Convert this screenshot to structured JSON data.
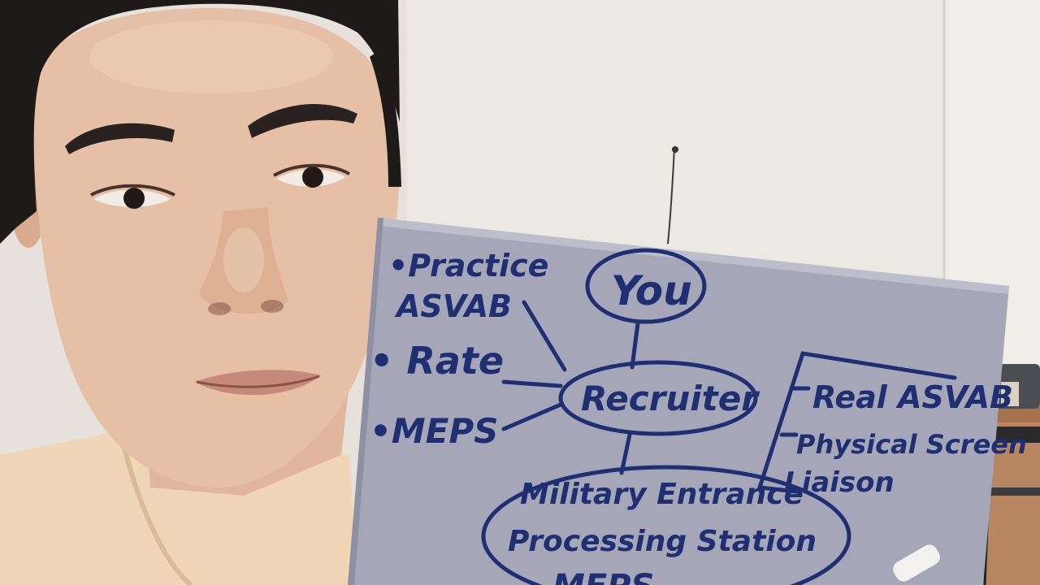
{
  "board": {
    "tips": [
      "•Practice",
      "ASVAB",
      "• Rate",
      "•MEPS"
    ],
    "you": "You",
    "recruiter": "Recruiter",
    "meps_name_line1": "Military Entrance",
    "meps_name_line2": "Processing Station",
    "meps_abbrev": "MEPS",
    "meps_tasks": [
      "Real ASVAB",
      "Physical Screen",
      "Liaison"
    ]
  },
  "colors": {
    "marker_ink": "#1f2f72",
    "board": "#a5a7b9",
    "wall": "#e9e4dd",
    "shirt": "#f0d6b6"
  }
}
